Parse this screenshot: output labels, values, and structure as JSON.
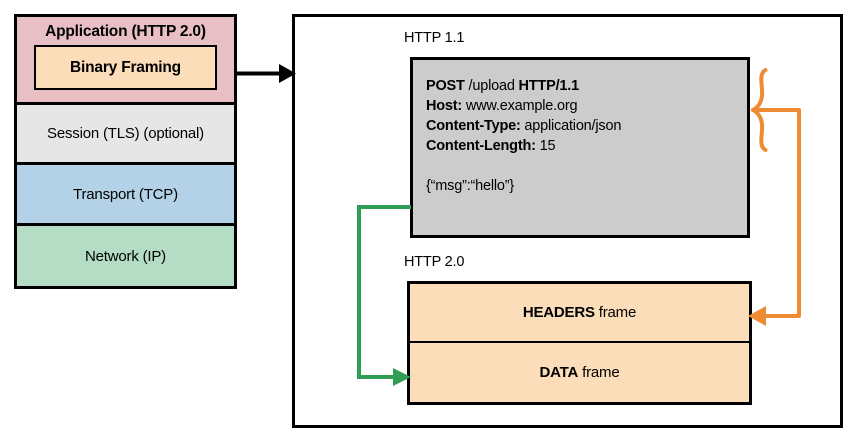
{
  "stack": {
    "layers": [
      {
        "label": "Application (HTTP 2.0)",
        "color": "#e8bfc4",
        "inner": {
          "label": "Binary Framing",
          "color": "#fbddb9"
        }
      },
      {
        "label": "Session (TLS) (optional)",
        "color": "#e6e6e6"
      },
      {
        "label": "Transport (TCP)",
        "color": "#b3d2e8"
      },
      {
        "label": "Network (IP)",
        "color": "#b5ddc6"
      }
    ]
  },
  "panel": {
    "http11": {
      "caption": "HTTP 1.1",
      "fill": "#cccccc",
      "request_line": {
        "method": "POST",
        "path": " /upload ",
        "version": "HTTP/1.1"
      },
      "headers": [
        {
          "name": "Host:",
          "value": " www.example.org"
        },
        {
          "name": "Content-Type:",
          "value": " application/json"
        },
        {
          "name": "Content-Length:",
          "value": " 15"
        }
      ],
      "body": "{“msg”:“hello”}"
    },
    "http20": {
      "caption": "HTTP 2.0",
      "fill": "#fbddb9",
      "frames": [
        {
          "name": "HEADERS",
          "suffix": " frame"
        },
        {
          "name": "DATA",
          "suffix": " frame"
        }
      ]
    }
  },
  "connectors": {
    "stack_to_panel": {
      "name": "black-arrow",
      "color": "#000000"
    },
    "headers_to_headers_frame": {
      "name": "orange-brace-arrow",
      "color": "#ef8b33"
    },
    "body_to_data_frame": {
      "name": "green-arrow",
      "color": "#2f9e54"
    }
  }
}
